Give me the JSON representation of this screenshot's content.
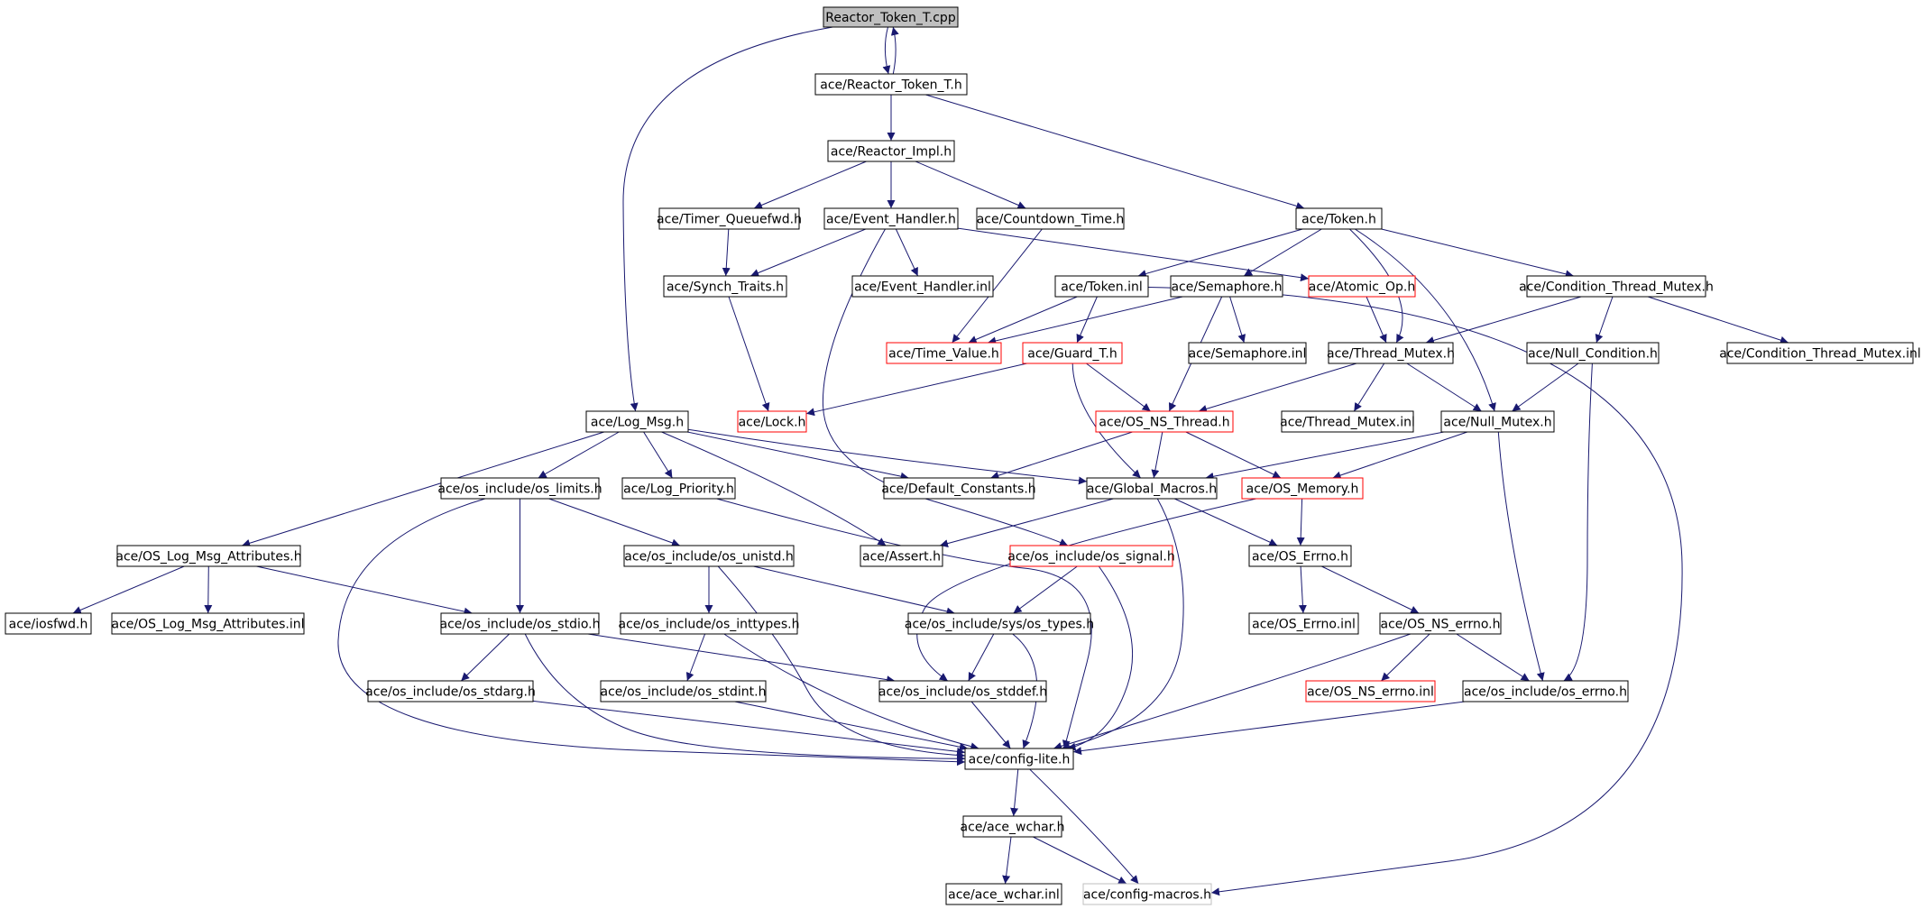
{
  "colors": {
    "edge": "#191970",
    "node_border": "#000000",
    "node_border_partial": "#ff0000",
    "node_border_faint": "#bfbfbf",
    "root_fill": "#bfbfbf",
    "node_fill": "#ffffff"
  },
  "nodes": {
    "reactor_token_t_cpp": {
      "label": "Reactor_Token_T.cpp",
      "kind": "root"
    },
    "reactor_token_t_h": {
      "label": "ace/Reactor_Token_T.h",
      "kind": "normal"
    },
    "reactor_impl_h": {
      "label": "ace/Reactor_Impl.h",
      "kind": "normal"
    },
    "timer_queuefwd_h": {
      "label": "ace/Timer_Queuefwd.h",
      "kind": "normal"
    },
    "event_handler_h": {
      "label": "ace/Event_Handler.h",
      "kind": "normal"
    },
    "countdown_time_h": {
      "label": "ace/Countdown_Time.h",
      "kind": "normal"
    },
    "token_h": {
      "label": "ace/Token.h",
      "kind": "normal"
    },
    "synch_traits_h": {
      "label": "ace/Synch_Traits.h",
      "kind": "normal"
    },
    "event_handler_inl": {
      "label": "ace/Event_Handler.inl",
      "kind": "normal"
    },
    "token_inl": {
      "label": "ace/Token.inl",
      "kind": "normal"
    },
    "semaphore_h": {
      "label": "ace/Semaphore.h",
      "kind": "normal"
    },
    "atomic_op_h": {
      "label": "ace/Atomic_Op.h",
      "kind": "partial"
    },
    "condition_thread_mutex_h": {
      "label": "ace/Condition_Thread_Mutex.h",
      "kind": "normal"
    },
    "time_value_h": {
      "label": "ace/Time_Value.h",
      "kind": "partial"
    },
    "guard_t_h": {
      "label": "ace/Guard_T.h",
      "kind": "partial"
    },
    "semaphore_inl": {
      "label": "ace/Semaphore.inl",
      "kind": "normal"
    },
    "thread_mutex_h": {
      "label": "ace/Thread_Mutex.h",
      "kind": "normal"
    },
    "null_condition_h": {
      "label": "ace/Null_Condition.h",
      "kind": "normal"
    },
    "condition_thread_mutex_inl": {
      "label": "ace/Condition_Thread_Mutex.inl",
      "kind": "normal"
    },
    "log_msg_h": {
      "label": "ace/Log_Msg.h",
      "kind": "normal"
    },
    "lock_h": {
      "label": "ace/Lock.h",
      "kind": "partial"
    },
    "os_ns_thread_h": {
      "label": "ace/OS_NS_Thread.h",
      "kind": "partial"
    },
    "thread_mutex_inl": {
      "label": "ace/Thread_Mutex.inl",
      "kind": "normal"
    },
    "null_mutex_h": {
      "label": "ace/Null_Mutex.h",
      "kind": "normal"
    },
    "os_limits_h": {
      "label": "ace/os_include/os_limits.h",
      "kind": "normal"
    },
    "log_priority_h": {
      "label": "ace/Log_Priority.h",
      "kind": "normal"
    },
    "default_constants_h": {
      "label": "ace/Default_Constants.h",
      "kind": "normal"
    },
    "global_macros_h": {
      "label": "ace/Global_Macros.h",
      "kind": "normal"
    },
    "os_memory_h": {
      "label": "ace/OS_Memory.h",
      "kind": "partial"
    },
    "os_log_msg_attributes_h": {
      "label": "ace/OS_Log_Msg_Attributes.h",
      "kind": "normal"
    },
    "os_unistd_h": {
      "label": "ace/os_include/os_unistd.h",
      "kind": "normal"
    },
    "assert_h": {
      "label": "ace/Assert.h",
      "kind": "normal"
    },
    "os_signal_h": {
      "label": "ace/os_include/os_signal.h",
      "kind": "partial"
    },
    "os_errno_h": {
      "label": "ace/OS_Errno.h",
      "kind": "normal"
    },
    "iosfwd_h": {
      "label": "ace/iosfwd.h",
      "kind": "normal"
    },
    "os_log_msg_attributes_inl": {
      "label": "ace/OS_Log_Msg_Attributes.inl",
      "kind": "normal"
    },
    "os_stdio_h": {
      "label": "ace/os_include/os_stdio.h",
      "kind": "normal"
    },
    "os_inttypes_h": {
      "label": "ace/os_include/os_inttypes.h",
      "kind": "normal"
    },
    "sys_os_types_h": {
      "label": "ace/os_include/sys/os_types.h",
      "kind": "normal"
    },
    "os_errno_inl": {
      "label": "ace/OS_Errno.inl",
      "kind": "normal"
    },
    "os_ns_errno_h": {
      "label": "ace/OS_NS_errno.h",
      "kind": "normal"
    },
    "os_stdarg_h": {
      "label": "ace/os_include/os_stdarg.h",
      "kind": "normal"
    },
    "os_stdint_h": {
      "label": "ace/os_include/os_stdint.h",
      "kind": "normal"
    },
    "os_stddef_h": {
      "label": "ace/os_include/os_stddef.h",
      "kind": "normal"
    },
    "os_ns_errno_inl": {
      "label": "ace/OS_NS_errno.inl",
      "kind": "partial"
    },
    "os_include_errno_h": {
      "label": "ace/os_include/os_errno.h",
      "kind": "normal"
    },
    "config_lite_h": {
      "label": "ace/config-lite.h",
      "kind": "normal"
    },
    "ace_wchar_h": {
      "label": "ace/ace_wchar.h",
      "kind": "normal"
    },
    "ace_wchar_inl": {
      "label": "ace/ace_wchar.inl",
      "kind": "normal"
    },
    "config_macros_h": {
      "label": "ace/config-macros.h",
      "kind": "faint"
    }
  },
  "edges": [
    [
      "reactor_token_t_cpp",
      "reactor_token_t_h"
    ],
    [
      "reactor_token_t_cpp",
      "log_msg_h"
    ],
    [
      "reactor_token_t_h",
      "reactor_token_t_cpp"
    ],
    [
      "reactor_token_t_h",
      "reactor_impl_h"
    ],
    [
      "reactor_token_t_h",
      "token_h"
    ],
    [
      "reactor_impl_h",
      "timer_queuefwd_h"
    ],
    [
      "reactor_impl_h",
      "event_handler_h"
    ],
    [
      "reactor_impl_h",
      "countdown_time_h"
    ],
    [
      "timer_queuefwd_h",
      "synch_traits_h"
    ],
    [
      "event_handler_h",
      "synch_traits_h"
    ],
    [
      "event_handler_h",
      "event_handler_inl"
    ],
    [
      "event_handler_h",
      "atomic_op_h"
    ],
    [
      "event_handler_h",
      "os_signal_h"
    ],
    [
      "countdown_time_h",
      "time_value_h"
    ],
    [
      "synch_traits_h",
      "lock_h"
    ],
    [
      "token_h",
      "token_inl"
    ],
    [
      "token_h",
      "semaphore_h"
    ],
    [
      "token_h",
      "condition_thread_mutex_h"
    ],
    [
      "token_h",
      "thread_mutex_h"
    ],
    [
      "token_h",
      "null_mutex_h"
    ],
    [
      "token_inl",
      "time_value_h"
    ],
    [
      "token_inl",
      "guard_t_h"
    ],
    [
      "token_inl",
      "config_macros_h"
    ],
    [
      "semaphore_h",
      "time_value_h"
    ],
    [
      "semaphore_h",
      "semaphore_inl"
    ],
    [
      "semaphore_h",
      "os_ns_thread_h"
    ],
    [
      "atomic_op_h",
      "thread_mutex_h"
    ],
    [
      "condition_thread_mutex_h",
      "thread_mutex_h"
    ],
    [
      "condition_thread_mutex_h",
      "null_condition_h"
    ],
    [
      "condition_thread_mutex_h",
      "condition_thread_mutex_inl"
    ],
    [
      "guard_t_h",
      "lock_h"
    ],
    [
      "guard_t_h",
      "os_ns_thread_h"
    ],
    [
      "guard_t_h",
      "global_macros_h"
    ],
    [
      "thread_mutex_h",
      "os_ns_thread_h"
    ],
    [
      "thread_mutex_h",
      "thread_mutex_inl"
    ],
    [
      "thread_mutex_h",
      "null_mutex_h"
    ],
    [
      "null_condition_h",
      "null_mutex_h"
    ],
    [
      "null_condition_h",
      "os_include_errno_h"
    ],
    [
      "os_ns_thread_h",
      "default_constants_h"
    ],
    [
      "os_ns_thread_h",
      "global_macros_h"
    ],
    [
      "os_ns_thread_h",
      "os_memory_h"
    ],
    [
      "null_mutex_h",
      "global_macros_h"
    ],
    [
      "null_mutex_h",
      "os_memory_h"
    ],
    [
      "null_mutex_h",
      "os_include_errno_h"
    ],
    [
      "log_msg_h",
      "os_log_msg_attributes_h"
    ],
    [
      "log_msg_h",
      "os_limits_h"
    ],
    [
      "log_msg_h",
      "log_priority_h"
    ],
    [
      "log_msg_h",
      "default_constants_h"
    ],
    [
      "log_msg_h",
      "global_macros_h"
    ],
    [
      "log_msg_h",
      "assert_h"
    ],
    [
      "os_limits_h",
      "os_unistd_h"
    ],
    [
      "os_limits_h",
      "os_stdio_h"
    ],
    [
      "os_limits_h",
      "config_lite_h"
    ],
    [
      "log_priority_h",
      "config_lite_h"
    ],
    [
      "global_macros_h",
      "assert_h"
    ],
    [
      "global_macros_h",
      "os_errno_h"
    ],
    [
      "global_macros_h",
      "config_lite_h"
    ],
    [
      "os_memory_h",
      "os_errno_h"
    ],
    [
      "os_memory_h",
      "os_stddef_h"
    ],
    [
      "os_log_msg_attributes_h",
      "iosfwd_h"
    ],
    [
      "os_log_msg_attributes_h",
      "os_log_msg_attributes_inl"
    ],
    [
      "os_log_msg_attributes_h",
      "os_stdio_h"
    ],
    [
      "os_unistd_h",
      "os_inttypes_h"
    ],
    [
      "os_unistd_h",
      "sys_os_types_h"
    ],
    [
      "os_unistd_h",
      "config_lite_h"
    ],
    [
      "os_signal_h",
      "sys_os_types_h"
    ],
    [
      "os_signal_h",
      "config_lite_h"
    ],
    [
      "os_errno_h",
      "os_errno_inl"
    ],
    [
      "os_errno_h",
      "os_ns_errno_h"
    ],
    [
      "os_stdio_h",
      "os_stdarg_h"
    ],
    [
      "os_stdio_h",
      "os_stddef_h"
    ],
    [
      "os_stdio_h",
      "config_lite_h"
    ],
    [
      "os_inttypes_h",
      "os_stdint_h"
    ],
    [
      "os_inttypes_h",
      "config_lite_h"
    ],
    [
      "sys_os_types_h",
      "os_stddef_h"
    ],
    [
      "sys_os_types_h",
      "config_lite_h"
    ],
    [
      "os_ns_errno_h",
      "os_ns_errno_inl"
    ],
    [
      "os_ns_errno_h",
      "os_include_errno_h"
    ],
    [
      "os_ns_errno_h",
      "config_lite_h"
    ],
    [
      "os_stdarg_h",
      "config_lite_h"
    ],
    [
      "os_stdint_h",
      "config_lite_h"
    ],
    [
      "os_stddef_h",
      "config_lite_h"
    ],
    [
      "os_include_errno_h",
      "config_lite_h"
    ],
    [
      "config_lite_h",
      "ace_wchar_h"
    ],
    [
      "config_lite_h",
      "config_macros_h"
    ],
    [
      "ace_wchar_h",
      "ace_wchar_inl"
    ],
    [
      "ace_wchar_h",
      "config_macros_h"
    ]
  ]
}
